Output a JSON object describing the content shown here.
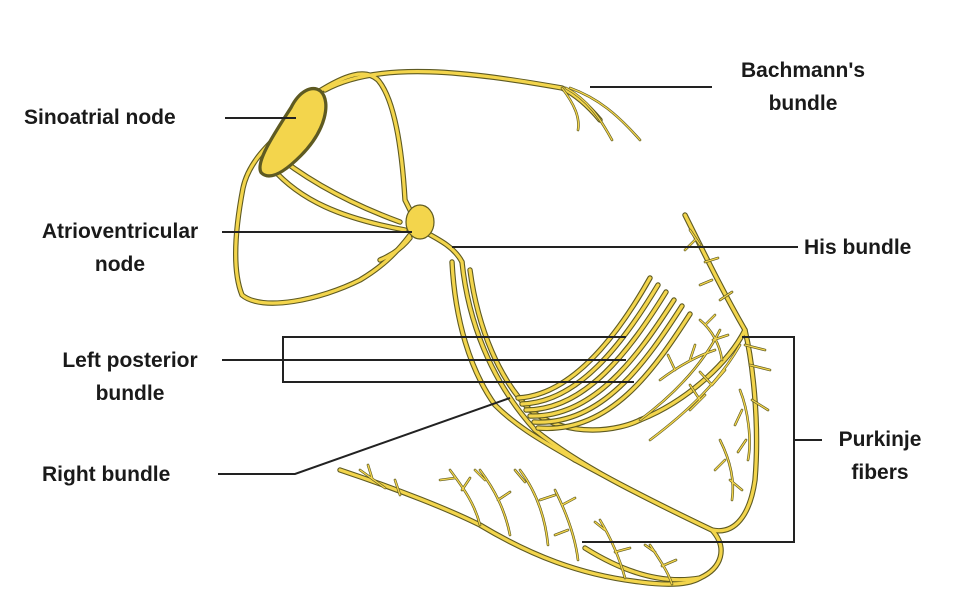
{
  "labels": {
    "sinoatrial_node": "Sinoatrial node",
    "bachmanns_bundle": [
      "Bachmann's",
      "bundle"
    ],
    "atrioventricular_node": [
      "Atrioventricular",
      "node"
    ],
    "his_bundle": "His bundle",
    "left_posterior_bundle": [
      "Left posterior",
      "bundle"
    ],
    "purkinje_fibers": [
      "Purkinje",
      "fibers"
    ],
    "right_bundle": "Right bundle"
  },
  "colors": {
    "fiber_fill": "#f3d54c",
    "fiber_outline": "#5e5a22",
    "leader_line": "#222222",
    "text": "#1a1a1a"
  }
}
